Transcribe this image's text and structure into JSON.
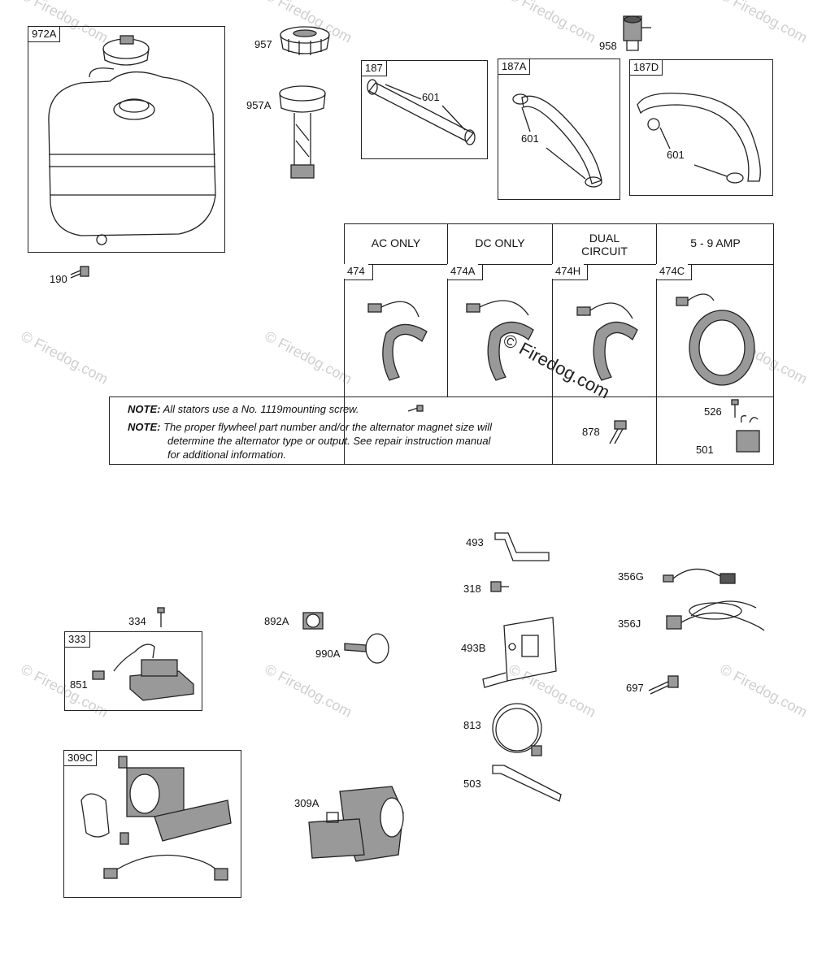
{
  "watermark": "© Firedog.com",
  "parts": {
    "p972A": "972A",
    "p957": "957",
    "p957A": "957A",
    "p958": "958",
    "p187": "187",
    "p187A": "187A",
    "p187D": "187D",
    "p601": "601",
    "p190": "190",
    "p474": "474",
    "p474A": "474A",
    "p474H": "474H",
    "p474C": "474C",
    "p878": "878",
    "p526": "526",
    "p501": "501",
    "p493": "493",
    "p318": "318",
    "p493B": "493B",
    "p813": "813",
    "p503": "503",
    "p356G": "356G",
    "p356J": "356J",
    "p697": "697",
    "p334": "334",
    "p333": "333",
    "p851": "851",
    "p892A": "892A",
    "p990A": "990A",
    "p309C": "309C",
    "p309A": "309A"
  },
  "table": {
    "headers": [
      "AC ONLY",
      "DC ONLY",
      "DUAL\nCIRCUIT",
      "5 - 9 AMP"
    ],
    "note_label": "NOTE:",
    "note1": "All stators use a No. 1119mounting screw.",
    "note2_line1": "The proper flywheel part number and/or the alternator magnet size will",
    "note2_line2": "determine the alternator type or output. See repair instruction manual",
    "note2_line3": "for additional information."
  }
}
